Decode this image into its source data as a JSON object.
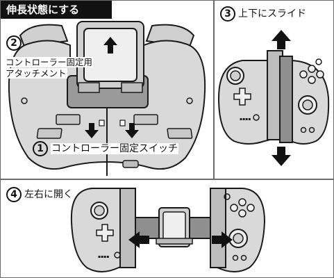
{
  "panel1": {
    "title": "伸長状態にする",
    "step2_num": "2",
    "step2_line1": "コントローラー固定用",
    "step2_line2": "アタッチメント",
    "step1_num": "1",
    "step1_label": "コントローラー固定スイッチ"
  },
  "panel3": {
    "step_num": "3",
    "label": "上下にスライド"
  },
  "panel4": {
    "step_num": "4",
    "label": "左右に開く"
  },
  "colors": {
    "device_fill": "#d8d8d8",
    "device_stroke": "#1a1a1a",
    "arrow": "#111111",
    "title_bg": "#111111"
  }
}
